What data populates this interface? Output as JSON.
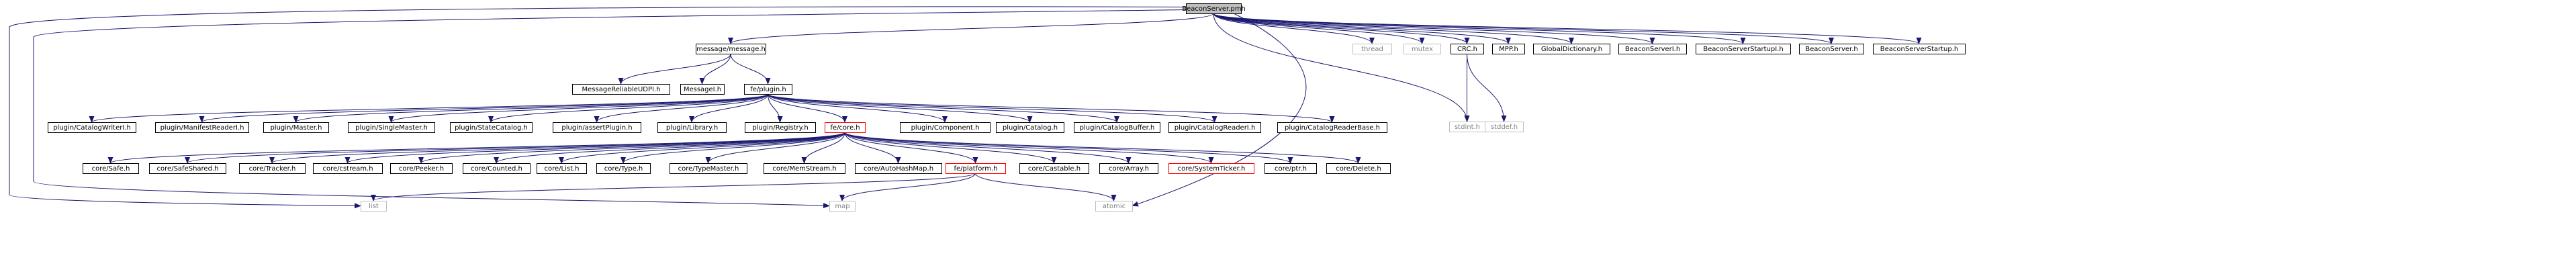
{
  "colors": {
    "edge": "#191970",
    "root_fill": "#bfbfbf",
    "node_border": "#000000",
    "text": "#000000",
    "red_border": "#ff0000",
    "gray_border": "#bfbfbf",
    "gray_text": "#7f7f7f"
  },
  "nodes": {
    "root": "BeaconServer.pmh",
    "message_h": "message/message.h",
    "thread": "thread",
    "mutex": "mutex",
    "crc_h": "CRC.h",
    "mpp_h": "MPP.h",
    "global_dictionary_h": "GlobalDictionary.h",
    "beacon_serveri_h": "BeaconServerI.h",
    "beacon_server_startupi_h": "BeaconServerStartupI.h",
    "beacon_server_h": "BeaconServer.h",
    "beacon_server_startup_h": "BeaconServerStartup.h",
    "message_reliable_udpi_h": "MessageReliableUDPI.h",
    "messagei_h": "MessageI.h",
    "fe_plugin_h": "fe/plugin.h",
    "stdint_h": "stdint.h",
    "stddef_h": "stddef.h",
    "catalog_writeri_h": "plugin/CatalogWriterI.h",
    "manifest_readeri_h": "plugin/ManifestReaderI.h",
    "master_h": "plugin/Master.h",
    "single_master_h": "plugin/SingleMaster.h",
    "state_catalog_h": "plugin/StateCatalog.h",
    "assert_plugin_h": "plugin/assertPlugin.h",
    "library_h": "plugin/Library.h",
    "registry_h": "plugin/Registry.h",
    "fe_core_h": "fe/core.h",
    "component_h": "plugin/Component.h",
    "catalog_h": "plugin/Catalog.h",
    "catalog_buffer_h": "plugin/CatalogBuffer.h",
    "catalog_readeri_h": "plugin/CatalogReaderI.h",
    "catalog_reader_base_h": "plugin/CatalogReaderBase.h",
    "safe_h": "core/Safe.h",
    "safe_shared_h": "core/SafeShared.h",
    "tracker_h": "core/Tracker.h",
    "cstream_h": "core/cstream.h",
    "peeker_h": "core/Peeker.h",
    "counted_h": "core/Counted.h",
    "list_core_h": "core/List.h",
    "type_h": "core/Type.h",
    "type_master_h": "core/TypeMaster.h",
    "mem_stream_h": "core/MemStream.h",
    "auto_hash_map_h": "core/AutoHashMap.h",
    "fe_platform_h": "fe/platform.h",
    "castable_h": "core/Castable.h",
    "array_h": "core/Array.h",
    "system_ticker_h": "core/SystemTicker.h",
    "ptr_h": "core/ptr.h",
    "delete_h": "core/Delete.h",
    "list": "list",
    "map": "map",
    "atomic": "atomic"
  }
}
